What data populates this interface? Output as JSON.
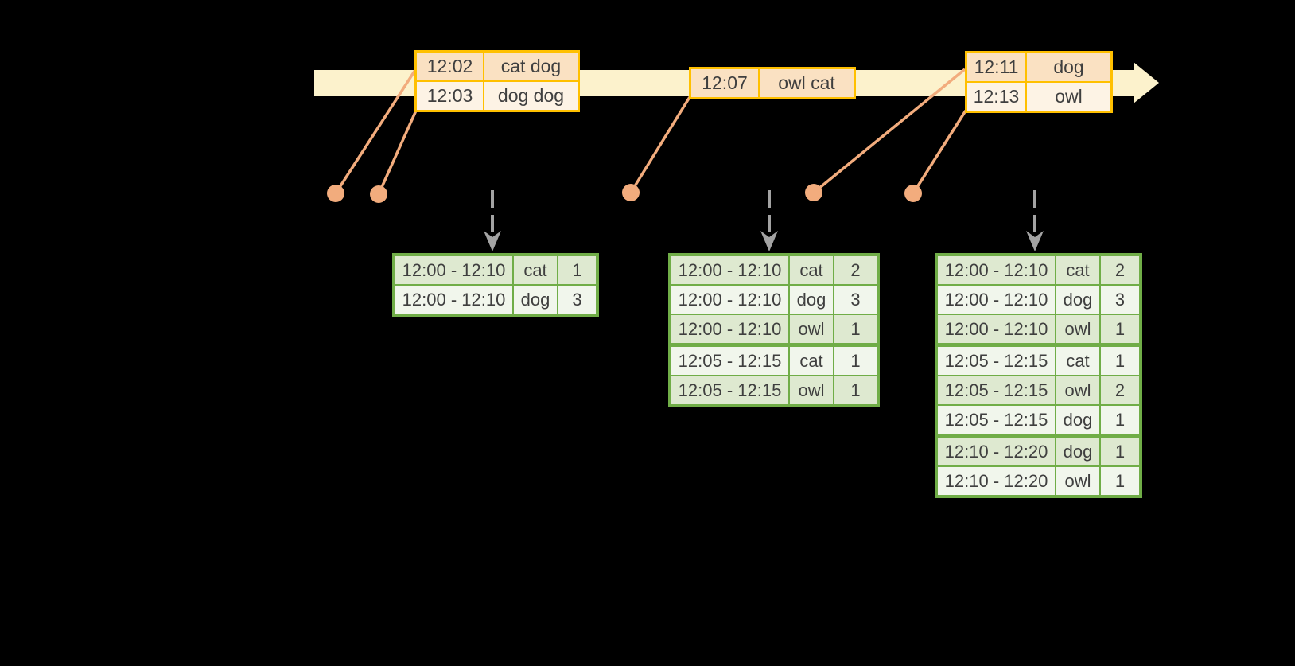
{
  "diagram": {
    "kind": "windowed-streaming-aggregation-timeline",
    "background": "#000000"
  },
  "colors": {
    "timeline_band": "#FCF2CC",
    "event_border": "#FFC000",
    "event_row_dark": "#FAE1C2",
    "event_row_light": "#FDF3E5",
    "event_marker": "#F2AC7D",
    "result_border": "#70AD47",
    "result_row_dark": "#DEE9D0",
    "result_row_light": "#F1F6EC",
    "trigger_arrow": "#A3A3A3",
    "text": "#3F3F3F"
  },
  "icons": {
    "timeline_arrow": "right-arrow",
    "trigger_arrow": "dashed-down-arrow",
    "event_marker": "dot"
  },
  "event_stream": {
    "batches": [
      {
        "rows": [
          [
            "12:02",
            "cat dog"
          ],
          [
            "12:03",
            "dog dog"
          ]
        ]
      },
      {
        "rows": [
          [
            "12:07",
            "owl cat"
          ]
        ]
      },
      {
        "rows": [
          [
            "12:11",
            "dog"
          ],
          [
            "12:13",
            "owl"
          ]
        ]
      }
    ]
  },
  "result_tables": [
    {
      "rows": [
        [
          "12:00 - 12:10",
          "cat",
          "1"
        ],
        [
          "12:00 - 12:10",
          "dog",
          "3"
        ]
      ],
      "group_breaks": []
    },
    {
      "rows": [
        [
          "12:00 - 12:10",
          "cat",
          "2"
        ],
        [
          "12:00 - 12:10",
          "dog",
          "3"
        ],
        [
          "12:00 - 12:10",
          "owl",
          "1"
        ],
        [
          "12:05 - 12:15",
          "cat",
          "1"
        ],
        [
          "12:05 - 12:15",
          "owl",
          "1"
        ]
      ],
      "group_breaks": [
        3
      ]
    },
    {
      "rows": [
        [
          "12:00 - 12:10",
          "cat",
          "2"
        ],
        [
          "12:00 - 12:10",
          "dog",
          "3"
        ],
        [
          "12:00 - 12:10",
          "owl",
          "1"
        ],
        [
          "12:05 - 12:15",
          "cat",
          "1"
        ],
        [
          "12:05 - 12:15",
          "owl",
          "2"
        ],
        [
          "12:05 - 12:15",
          "dog",
          "1"
        ],
        [
          "12:10 - 12:20",
          "dog",
          "1"
        ],
        [
          "12:10 - 12:20",
          "owl",
          "1"
        ]
      ],
      "group_breaks": [
        3,
        6
      ]
    }
  ]
}
